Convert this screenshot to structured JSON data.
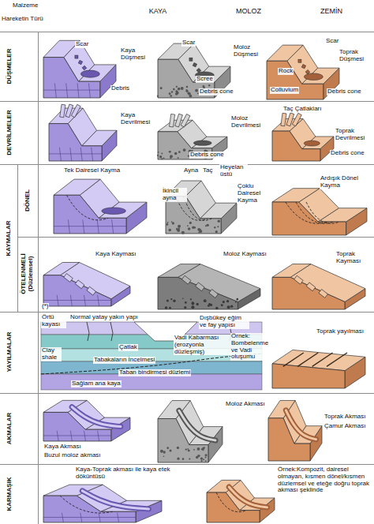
{
  "diagram": {
    "nodes": [
      {
        "text": [
          "Malzeme",
          "Hareketin Türü"
        ]
      },
      {
        "text": [
          "KAYA"
        ]
      },
      {
        "text": [
          "MOLOZ"
        ]
      },
      {
        "text": [
          "ZEMİN"
        ]
      },
      {
        "text": [
          "DÜŞMELER"
        ]
      },
      {
        "text": [
          "DEVRİLMELER"
        ]
      },
      {
        "text": [
          "KAYMALAR"
        ]
      },
      {
        "text": [
          "DÖNEL"
        ]
      },
      {
        "text": [
          "ÖTELENMELİ (Düzlemsel)"
        ]
      },
      {
        "text": [
          "YAYILMALAR"
        ]
      },
      {
        "text": [
          "AKMALAR"
        ]
      },
      {
        "text": [
          "KARMAŞIK"
        ]
      }
    ],
    "labels": [
      "Scar",
      "Kaya Düşmesi",
      "Debris",
      "Scar",
      "Moloz Düşmesi",
      "Scree",
      "Debris cone",
      "Scar",
      "Toprak Düşmesi",
      "Rock",
      "Colluvium",
      "Debris cone",
      "Kaya Devrilmesi",
      "Moloz Devrilmesi",
      "Debris cone",
      "Taç Çatlakları",
      "Toprak Devrilmesi",
      "Debris cone",
      "Tek Dairesel Kayma",
      "Ayna",
      "Taç",
      "Heyelan üstü",
      "Çoklu Dairesel Kayma",
      "İkincil ayna",
      "Ardışık Dönel Kayma",
      "Kaya Kayması",
      "(*)",
      "Moloz Kayması",
      "Toprak Kayması",
      "Örtü kayası",
      "Normal yatay yakın yapı",
      "Dışbükey eğim ve fay yapısı",
      "Çatlak",
      "Vadi Kabarması (erozyonla düzleşmiş)",
      "Örnek: Bombelenme ve Vadi oluşumu",
      "Clay shale",
      "Tabakaların İncelmesi",
      "Taban bindirmesi düzlemi",
      "Sağlam ana kaya",
      "Toprak yayılması",
      "Kaya Akması",
      "Buzul moloz akması",
      "Moloz Akması",
      "Toprak Akması",
      "Çamur Akması",
      "Kaya-Toprak akması ile kaya etek döküntüsü",
      "Örnek:Kompozit, dairesel olmayan, kısmen dönel/kısmen düzlemsel ve eteğe doğru toprak akması şeklinde"
    ]
  }
}
